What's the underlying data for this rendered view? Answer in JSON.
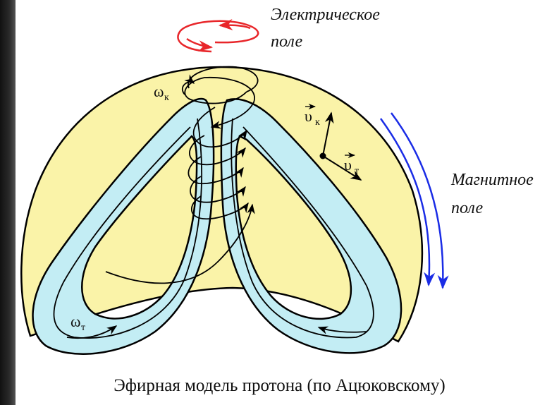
{
  "labels": {
    "electric_field_line1": "Электрическое",
    "electric_field_line2": "поле",
    "magnetic_field_line1": "Магнитное",
    "magnetic_field_line2": "поле",
    "omega_k": "ω",
    "omega_k_sub": "к",
    "omega_t": "ω",
    "omega_t_sub": "т",
    "v_k": "υ",
    "v_k_sub": "к",
    "v_t": "υ",
    "v_t_sub": "т"
  },
  "caption": "Эфирная модель протона (по Ацюковскому)",
  "colors": {
    "body_fill": "#faf3a8",
    "toroid_fill": "#c3edf4",
    "outline": "#000000",
    "electric": "#e8262a",
    "magnetic": "#1a2ce6"
  }
}
